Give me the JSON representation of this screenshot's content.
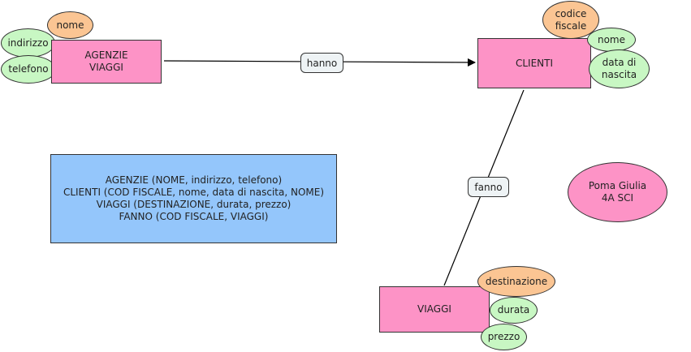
{
  "entities": {
    "agenzie": {
      "label": "AGENZIE\nVIAGGI"
    },
    "clienti": {
      "label": "CLIENTI"
    },
    "viaggi": {
      "label": "VIAGGI"
    }
  },
  "attributes": {
    "agenzie_nome": {
      "label": "nome",
      "type": "key"
    },
    "agenzie_indirizzo": {
      "label": "indirizzo",
      "type": "attribute"
    },
    "agenzie_telefono": {
      "label": "telefono",
      "type": "attribute"
    },
    "clienti_codice_fiscale": {
      "label": "codice\nfiscale",
      "type": "key"
    },
    "clienti_nome": {
      "label": "nome",
      "type": "attribute"
    },
    "clienti_data_nascita": {
      "label": "data di\nnascita",
      "type": "attribute"
    },
    "viaggi_destinazione": {
      "label": "destinazione",
      "type": "key"
    },
    "viaggi_durata": {
      "label": "durata",
      "type": "attribute"
    },
    "viaggi_prezzo": {
      "label": "prezzo",
      "type": "attribute"
    }
  },
  "relationships": {
    "hanno": {
      "label": "hanno",
      "from": "AGENZIE VIAGGI",
      "to": "CLIENTI"
    },
    "fanno": {
      "label": "fanno",
      "from": "CLIENTI",
      "to": "VIAGGI"
    }
  },
  "schema": {
    "lines": [
      "AGENZIE (NOME, indirizzo, telefono)",
      "CLIENTI (COD FISCALE, nome, data di nascita, NOME)",
      "VIAGGI (DESTINAZIONE, durata, prezzo)",
      "FANNO (COD FISCALE, VIAGGI)"
    ]
  },
  "author": {
    "label": "Poma Giulia\n4A SCI"
  },
  "colors": {
    "entity": "#fd93c6",
    "key_attribute": "#fbc593",
    "attribute": "#c8f7c3",
    "relationship": "#eef3f5",
    "schema_box": "#94c6fb"
  }
}
